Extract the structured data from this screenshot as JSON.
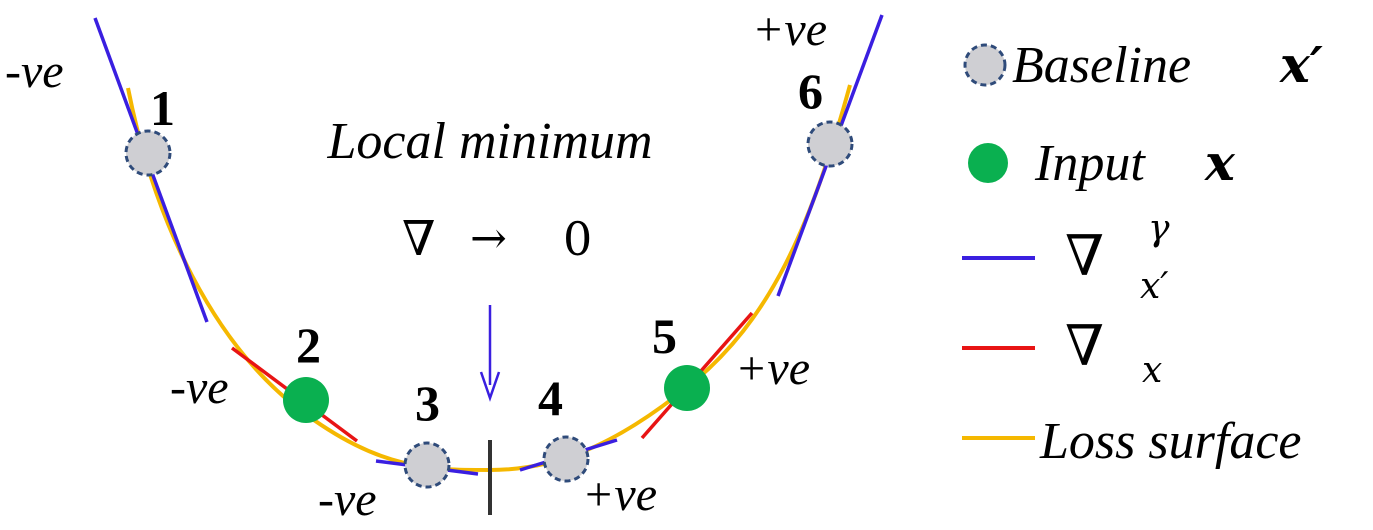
{
  "sign_labels": {
    "neg_top_left": "-ve",
    "pos_top_right": "+ve",
    "neg_point2": "-ve",
    "pos_point5": "+ve",
    "neg_point3": "-ve",
    "pos_point4": "+ve"
  },
  "point_numbers": [
    "1",
    "2",
    "3",
    "4",
    "5",
    "6"
  ],
  "center_annotation": {
    "title": "Local minimum",
    "nabla": "∇",
    "arrow": "→",
    "zero": "0"
  },
  "legend": {
    "baseline_label": "Baseline",
    "baseline_symbol": "x′",
    "input_label": "Input",
    "input_symbol": "x",
    "grad_baseline_nabla": "∇",
    "grad_baseline_super": "γ",
    "grad_baseline_sub": "x′",
    "grad_input_nabla": "∇",
    "grad_input_sub": "x",
    "loss_label": "Loss surface"
  },
  "colors": {
    "loss_surface": "#f5b800",
    "gradient_baseline": "#3a1fe0",
    "gradient_input": "#e81414",
    "input_point": "#0ab050",
    "baseline_fill": "#cfcfd3",
    "baseline_stroke": "#2f4b7a",
    "minimum_marker": "#333333"
  },
  "icons": {
    "baseline_marker": "dashed-circle-icon",
    "input_marker": "filled-circle-icon"
  }
}
